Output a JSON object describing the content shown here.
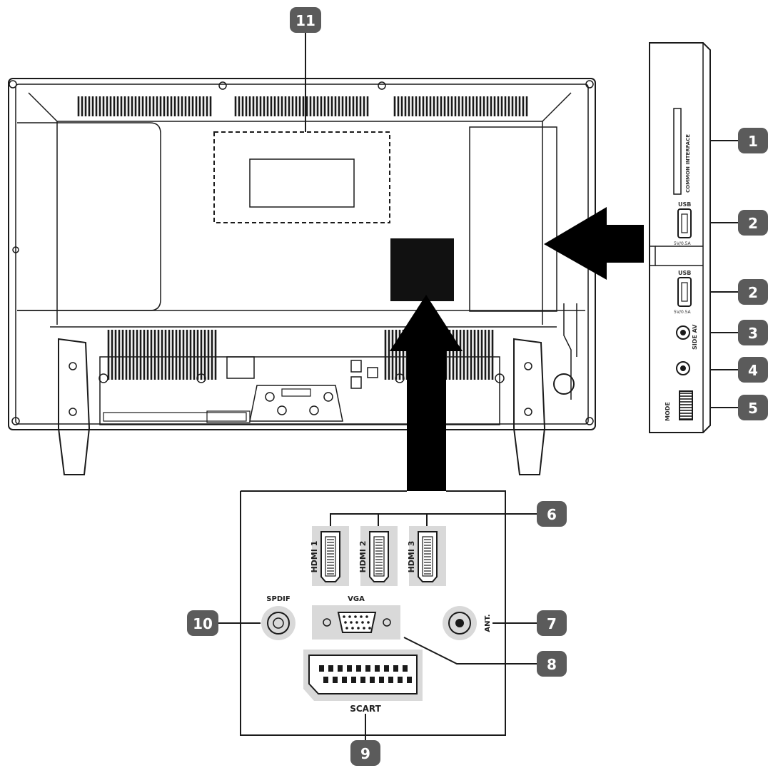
{
  "colors": {
    "line": "#1a1a1a",
    "badge": "#5b5b5b",
    "badge_text": "#ffffff",
    "arrow": "#000000",
    "port_fill": "#d9d9d9"
  },
  "callouts": [
    {
      "id": "1",
      "number": "1"
    },
    {
      "id": "2a",
      "number": "2"
    },
    {
      "id": "2b",
      "number": "2"
    },
    {
      "id": "3",
      "number": "3"
    },
    {
      "id": "4",
      "number": "4"
    },
    {
      "id": "5",
      "number": "5"
    },
    {
      "id": "6",
      "number": "6"
    },
    {
      "id": "7",
      "number": "7"
    },
    {
      "id": "8",
      "number": "8"
    },
    {
      "id": "9",
      "number": "9"
    },
    {
      "id": "10",
      "number": "10"
    },
    {
      "id": "11",
      "number": "11"
    }
  ],
  "ports": {
    "hdmi1": "HDMI 1",
    "hdmi2": "HDMI 2",
    "hdmi3": "HDMI 3",
    "spdif": "SPDIF",
    "vga": "VGA",
    "ant": "ANT.",
    "scart": "SCART"
  },
  "side_panel": {
    "usb_top": "USB",
    "usb_bottom": "USB",
    "usb_rating_top": "5V/0.5A",
    "usb_rating_bottom": "5V/0.5A",
    "side_av": "SIDE AV",
    "mode": "MODE",
    "ci_slot": "COMMON INTERFACE"
  }
}
